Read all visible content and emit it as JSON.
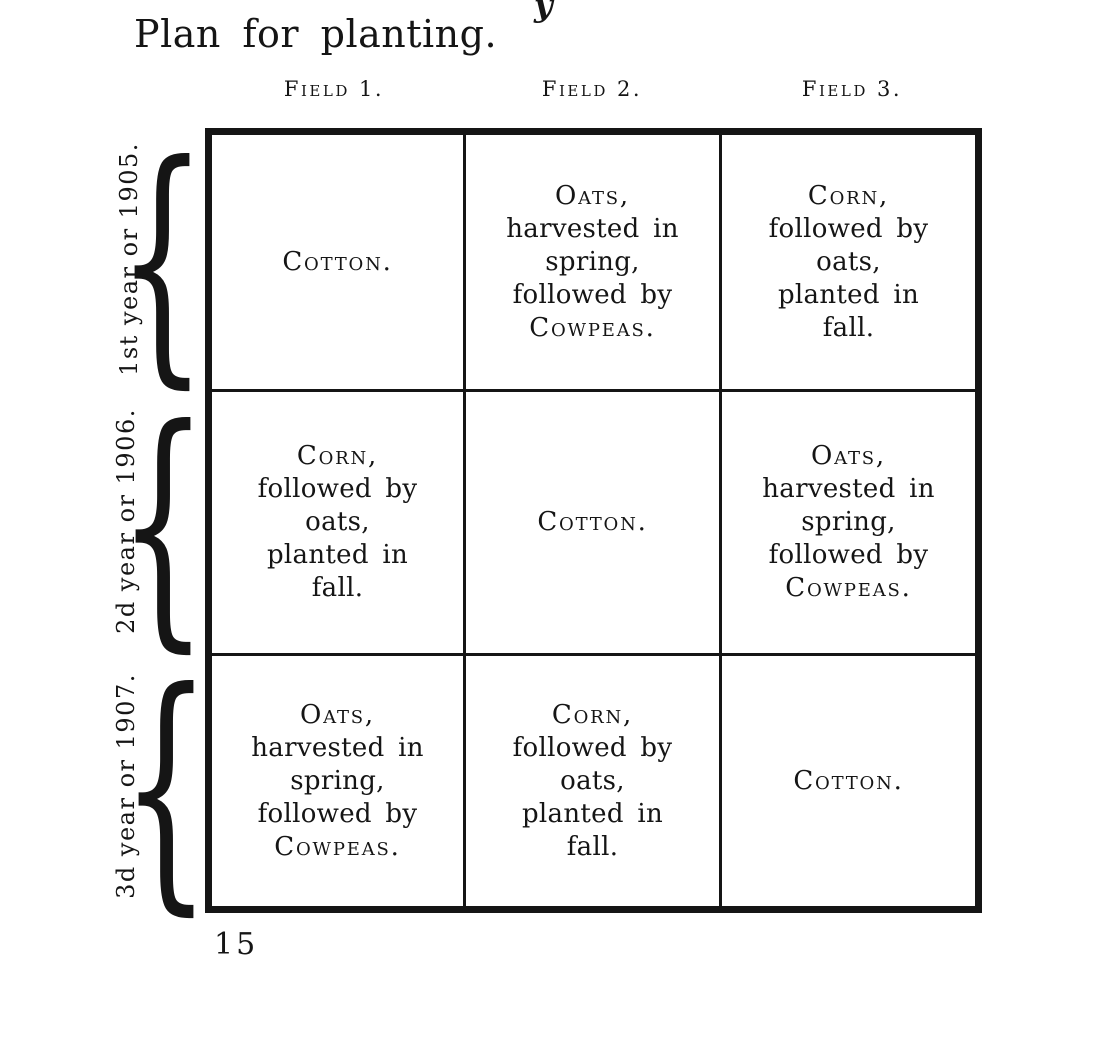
{
  "page": {
    "title": "Plan for planting.",
    "stray_mark": "y",
    "page_number": "15"
  },
  "table": {
    "column_headers": [
      "Field 1.",
      "Field 2.",
      "Field 3."
    ],
    "row_labels": [
      "1st year or 1905.",
      "2d year or 1906.",
      "3d year or 1907."
    ],
    "brace_glyph": "{",
    "cells": {
      "r1c1": [
        "Cotton."
      ],
      "r1c2": [
        "Oats,",
        "harvested in",
        "spring,",
        "followed by",
        "Cowpeas."
      ],
      "r1c3": [
        "Corn,",
        "followed by",
        "oats,",
        "planted in",
        "fall."
      ],
      "r2c1": [
        "Corn,",
        "followed by",
        "oats,",
        "planted in",
        "fall."
      ],
      "r2c2": [
        "Cotton."
      ],
      "r2c3": [
        "Oats,",
        "harvested in",
        "spring,",
        "followed by",
        "Cowpeas."
      ],
      "r3c1": [
        "Oats,",
        "harvested in",
        "spring,",
        "followed by",
        "Cowpeas."
      ],
      "r3c2": [
        "Corn,",
        "followed by",
        "oats,",
        "planted in",
        "fall."
      ],
      "r3c3": [
        "Cotton."
      ]
    }
  },
  "colors": {
    "ink": "#151515",
    "paper": "#ffffff"
  }
}
